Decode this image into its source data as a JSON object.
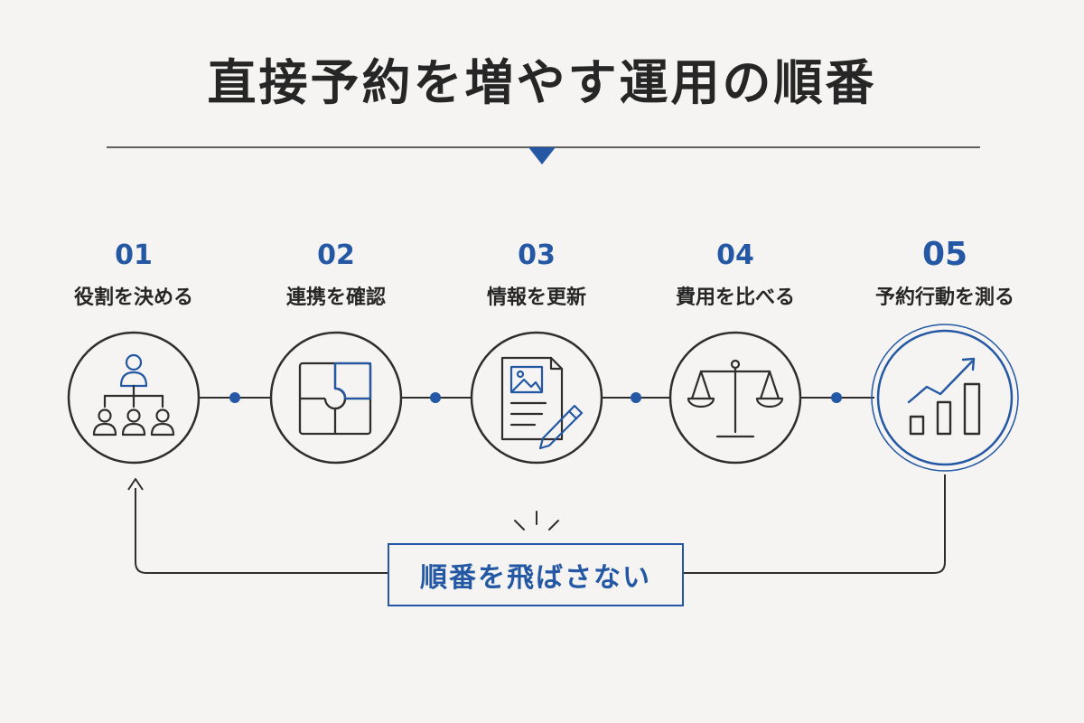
{
  "title": "直接予約を増やす運用の順番",
  "steps": [
    {
      "number": "01",
      "label": "役割を決める",
      "icon": "org-chart-icon"
    },
    {
      "number": "02",
      "label": "連携を確認",
      "icon": "puzzle-icon"
    },
    {
      "number": "03",
      "label": "情報を更新",
      "icon": "document-edit-icon"
    },
    {
      "number": "04",
      "label": "費用を比べる",
      "icon": "balance-scale-icon"
    },
    {
      "number": "05",
      "label": "予約行動を測る",
      "icon": "bar-chart-growth-icon"
    }
  ],
  "loop_note": "順番を飛ばさない",
  "colors": {
    "accent": "#2458a4",
    "ink": "#2e2e2e",
    "background": "#f5f4f2"
  }
}
